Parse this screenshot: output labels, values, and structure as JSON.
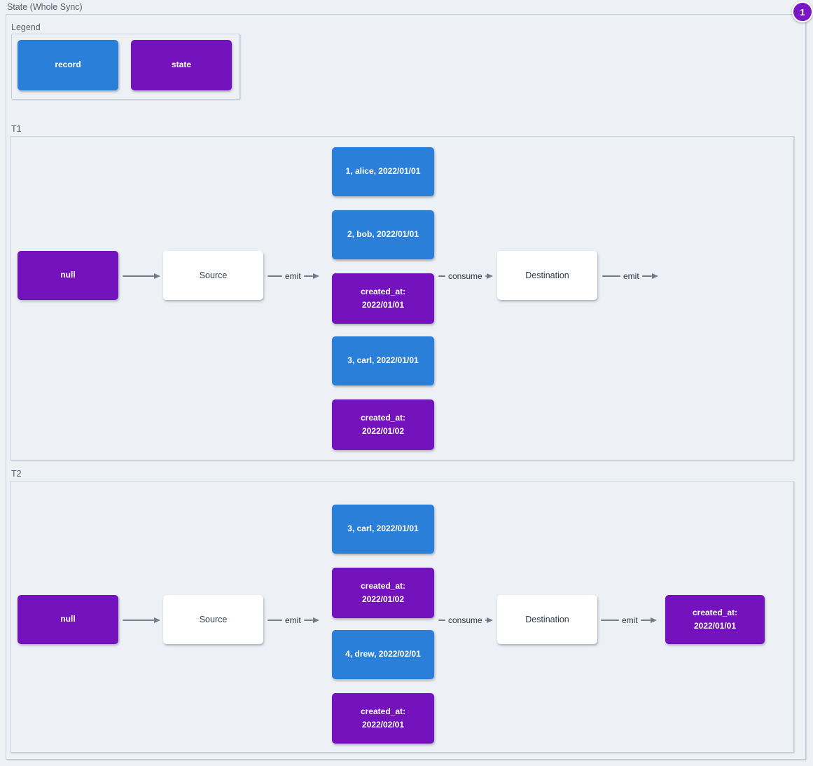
{
  "title": "State (Whole Sync)",
  "badge": "1",
  "colors": {
    "record": "#2a7fd9",
    "state": "#7412bd",
    "arrow": "#6e7c8b",
    "background": "#edf1f5"
  },
  "legend": {
    "label": "Legend",
    "items": [
      {
        "label": "record",
        "type": "record"
      },
      {
        "label": "state",
        "type": "state"
      }
    ]
  },
  "sections": [
    {
      "label": "T1",
      "input_state": "null",
      "source": "Source",
      "emit_source": "emit",
      "consume": "consume",
      "destination": "Destination",
      "emit_destination": "emit",
      "stack": [
        {
          "label": "1, alice, 2022/01/01",
          "type": "record"
        },
        {
          "label": "2, bob, 2022/01/01",
          "type": "record"
        },
        {
          "label": "created_at: 2022/01/01",
          "type": "state"
        },
        {
          "label": "3, carl, 2022/01/01",
          "type": "record"
        },
        {
          "label": "created_at: 2022/01/02",
          "type": "state"
        }
      ]
    },
    {
      "label": "T2",
      "input_state": "null",
      "source": "Source",
      "emit_source": "emit",
      "consume": "consume",
      "destination": "Destination",
      "emit_destination": "emit",
      "stack": [
        {
          "label": "3, carl, 2022/01/01",
          "type": "record"
        },
        {
          "label": "created_at: 2022/01/02",
          "type": "state"
        },
        {
          "label": "4, drew, 2022/02/01",
          "type": "record"
        },
        {
          "label": "created_at: 2022/02/01",
          "type": "state"
        }
      ],
      "output_state": "created_at: 2022/01/01"
    }
  ]
}
